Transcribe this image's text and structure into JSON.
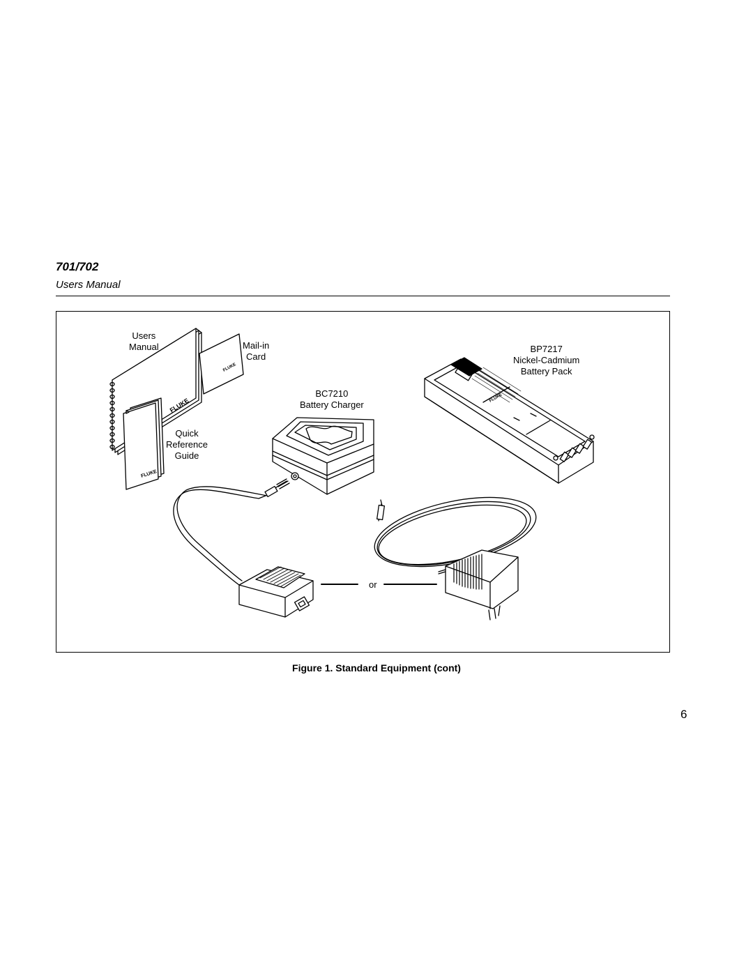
{
  "header": {
    "model": "701/702",
    "subtitle": "Users Manual"
  },
  "figure": {
    "labels": {
      "users_manual": [
        "Users",
        "Manual"
      ],
      "mail_in_card": [
        "Mail-in",
        "Card"
      ],
      "quick_reference_guide": [
        "Quick",
        "Reference",
        "Guide"
      ],
      "battery_charger": [
        "BC7210",
        "Battery Charger"
      ],
      "battery_pack": [
        "BP7217",
        "Nickel-Cadmium",
        "Battery Pack"
      ],
      "or": "or"
    },
    "logos": [
      "FLUKE",
      "FLUKE",
      "FLUKE",
      "FLUKE"
    ],
    "caption": "Figure 1. Standard Equipment (cont)"
  },
  "page_number": "6"
}
